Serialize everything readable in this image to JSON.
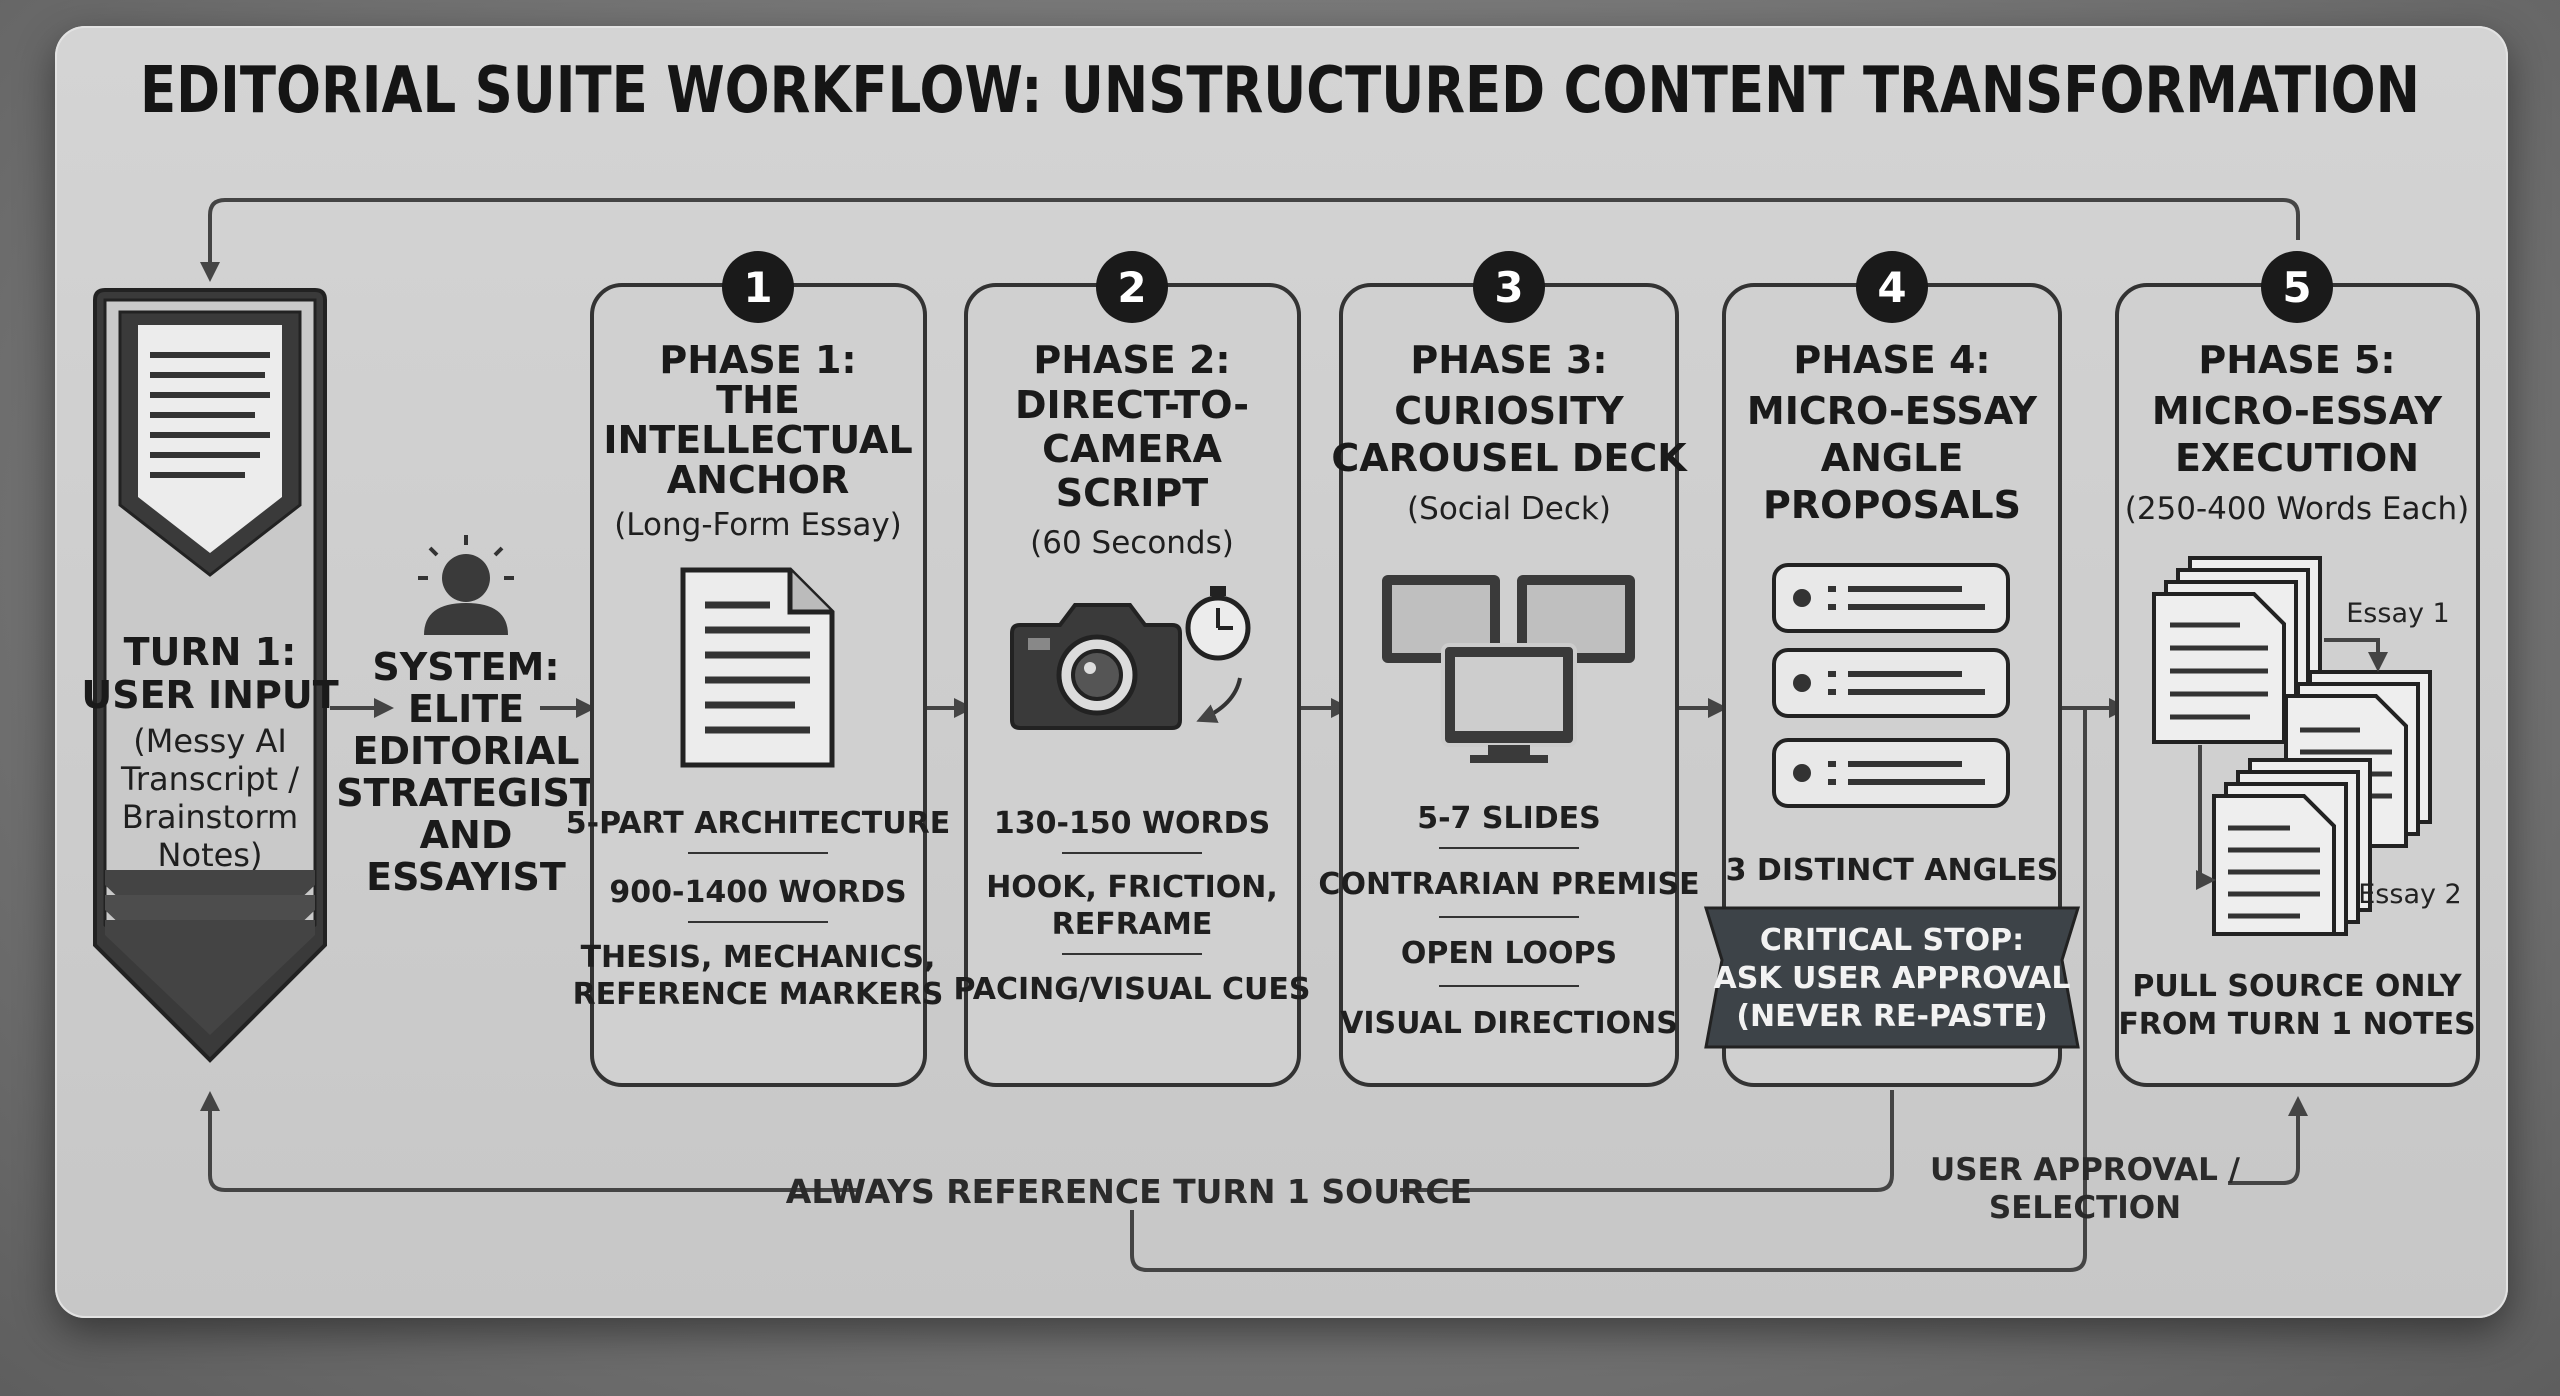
{
  "title": "EDITORIAL SUITE WORKFLOW: UNSTRUCTURED CONTENT TRANSFORMATION",
  "input": {
    "heading": [
      "TURN 1:",
      "USER INPUT"
    ],
    "sub": [
      "(Messy AI",
      "Transcript /",
      "Brainstorm",
      "Notes)"
    ]
  },
  "system": {
    "heading": [
      "SYSTEM:",
      "ELITE",
      "EDITORIAL",
      "STRATEGIST",
      "AND",
      "ESSAYIST"
    ]
  },
  "phases": [
    {
      "number": "1",
      "heading": [
        "PHASE 1:",
        "THE",
        "INTELLECTUAL",
        "ANCHOR"
      ],
      "sub": "(Long-Form Essay)",
      "bullets": [
        [
          "5-PART ARCHITECTURE"
        ],
        [
          "900-1400 WORDS"
        ],
        [
          "THESIS, MECHANICS,",
          "REFERENCE MARKERS"
        ]
      ]
    },
    {
      "number": "2",
      "heading": [
        "PHASE 2:",
        "DIRECT-TO-",
        "CAMERA",
        "SCRIPT"
      ],
      "sub": "(60 Seconds)",
      "bullets": [
        [
          "130-150 WORDS"
        ],
        [
          "HOOK, FRICTION,",
          "REFRAME"
        ],
        [
          "PACING/VISUAL CUES"
        ]
      ]
    },
    {
      "number": "3",
      "heading": [
        "PHASE 3:",
        "CURIOSITY",
        "CAROUSEL DECK"
      ],
      "sub": "(Social Deck)",
      "bullets": [
        [
          "5-7 SLIDES"
        ],
        [
          "CONTRARIAN PREMISE"
        ],
        [
          "OPEN LOOPS"
        ],
        [
          "VISUAL DIRECTIONS"
        ]
      ]
    },
    {
      "number": "4",
      "heading": [
        "PHASE 4:",
        "MICRO-ESSAY",
        "ANGLE",
        "PROPOSALS"
      ],
      "bullets": [
        [
          "3 DISTINCT ANGLES"
        ]
      ],
      "banner": [
        "CRITICAL STOP:",
        "ASK USER APPROVAL",
        "(NEVER RE-PASTE)"
      ]
    },
    {
      "number": "5",
      "heading": [
        "PHASE 5:",
        "MICRO-ESSAY",
        "EXECUTION"
      ],
      "sub": "(250-400 Words Each)",
      "essay_labels": [
        "Essay 1",
        "Essay 2"
      ],
      "bullets": [
        [
          "PULL SOURCE ONLY",
          "FROM TURN 1 NOTES"
        ]
      ]
    }
  ],
  "loops": {
    "reference": "ALWAYS REFERENCE TURN 1 SOURCE",
    "approval": [
      "USER APPROVAL /",
      "SELECTION"
    ]
  },
  "colors": {
    "panel": "#cccccc",
    "ink": "#1a1a1a",
    "dark_fill": "#3a3a3a",
    "banner": "#3d4348"
  },
  "icons": [
    "document-icon",
    "user-icon",
    "file-icon",
    "camera-icon",
    "stopwatch-icon",
    "monitor-icon",
    "list-icon",
    "stack-icon"
  ]
}
